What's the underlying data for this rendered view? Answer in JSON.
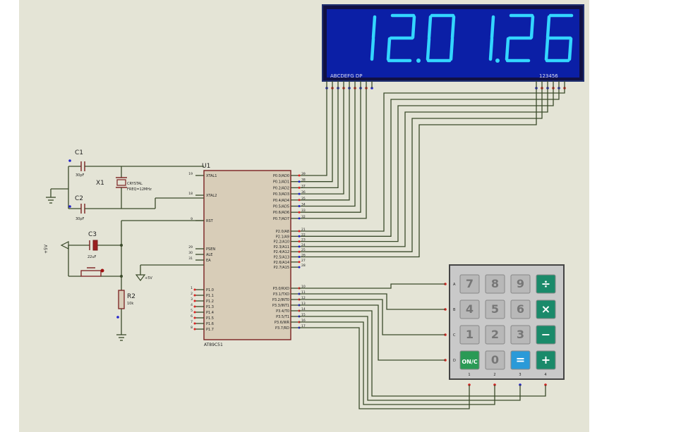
{
  "display": {
    "digits": [
      "1",
      "2",
      "0",
      "1",
      "2",
      "6"
    ],
    "decimal_after_index": [
      1,
      3
    ],
    "segment_label_left": "ABCDEFG  DP",
    "segment_label_right": "123456",
    "bg_color": "#0b1fa6",
    "digit_color": "#33d6ff"
  },
  "mcu": {
    "ref": "U1",
    "part": "AT89C51",
    "left_pins": [
      {
        "num": "19",
        "name": "XTAL1"
      },
      {
        "num": "18",
        "name": "XTAL2"
      },
      {
        "num": "9",
        "name": "RST"
      },
      {
        "num": "29",
        "name": "PSEN"
      },
      {
        "num": "30",
        "name": "ALE"
      },
      {
        "num": "31",
        "name": "EA"
      },
      {
        "num": "1",
        "name": "P1.0"
      },
      {
        "num": "2",
        "name": "P1.1"
      },
      {
        "num": "3",
        "name": "P1.2"
      },
      {
        "num": "4",
        "name": "P1.3"
      },
      {
        "num": "5",
        "name": "P1.4"
      },
      {
        "num": "6",
        "name": "P1.5"
      },
      {
        "num": "7",
        "name": "P1.6"
      },
      {
        "num": "8",
        "name": "P1.7"
      }
    ],
    "right_pins": [
      {
        "num": "39",
        "name": "P0.0/AD0"
      },
      {
        "num": "38",
        "name": "P0.1/AD1"
      },
      {
        "num": "37",
        "name": "P0.2/AD2"
      },
      {
        "num": "36",
        "name": "P0.3/AD3"
      },
      {
        "num": "35",
        "name": "P0.4/AD4"
      },
      {
        "num": "34",
        "name": "P0.5/AD5"
      },
      {
        "num": "33",
        "name": "P0.6/AD6"
      },
      {
        "num": "32",
        "name": "P0.7/AD7"
      },
      {
        "num": "21",
        "name": "P2.0/A8"
      },
      {
        "num": "22",
        "name": "P2.1/A9"
      },
      {
        "num": "23",
        "name": "P2.2/A10"
      },
      {
        "num": "24",
        "name": "P2.3/A11"
      },
      {
        "num": "25",
        "name": "P2.4/A12"
      },
      {
        "num": "26",
        "name": "P2.5/A13"
      },
      {
        "num": "27",
        "name": "P2.6/A14"
      },
      {
        "num": "28",
        "name": "P2.7/A15"
      },
      {
        "num": "10",
        "name": "P3.0/RXD"
      },
      {
        "num": "11",
        "name": "P3.1/TXD"
      },
      {
        "num": "12",
        "name": "P3.2/INT0"
      },
      {
        "num": "13",
        "name": "P3.3/INT1"
      },
      {
        "num": "14",
        "name": "P3.4/T0"
      },
      {
        "num": "15",
        "name": "P3.5/T1"
      },
      {
        "num": "16",
        "name": "P3.6/WR"
      },
      {
        "num": "17",
        "name": "P3.7/RD"
      }
    ]
  },
  "components": {
    "c1": {
      "ref": "C1",
      "value": "30pF"
    },
    "c2": {
      "ref": "C2",
      "value": "30pF"
    },
    "c3": {
      "ref": "C3",
      "value": "22uF"
    },
    "x1": {
      "ref": "X1",
      "line1": "CRYSTAL",
      "line2": "FREQ=12MHz"
    },
    "r2": {
      "ref": "R2",
      "value": "10k"
    },
    "vcc_label": "+5V",
    "ea_label": "+5V"
  },
  "keypad": {
    "rows": [
      "A",
      "B",
      "C",
      "D"
    ],
    "cols": [
      "1",
      "2",
      "3",
      "4"
    ],
    "keys": [
      [
        {
          "label": "7",
          "type": "num"
        },
        {
          "label": "8",
          "type": "num"
        },
        {
          "label": "9",
          "type": "num"
        },
        {
          "label": "÷",
          "type": "op"
        }
      ],
      [
        {
          "label": "4",
          "type": "num"
        },
        {
          "label": "5",
          "type": "num"
        },
        {
          "label": "6",
          "type": "num"
        },
        {
          "label": "×",
          "type": "op"
        }
      ],
      [
        {
          "label": "1",
          "type": "num"
        },
        {
          "label": "2",
          "type": "num"
        },
        {
          "label": "3",
          "type": "num"
        },
        {
          "label": "−",
          "type": "op"
        }
      ],
      [
        {
          "label": "ON/C",
          "type": "on"
        },
        {
          "label": "0",
          "type": "num"
        },
        {
          "label": "=",
          "type": "eq"
        },
        {
          "label": "+",
          "type": "op"
        }
      ]
    ]
  }
}
